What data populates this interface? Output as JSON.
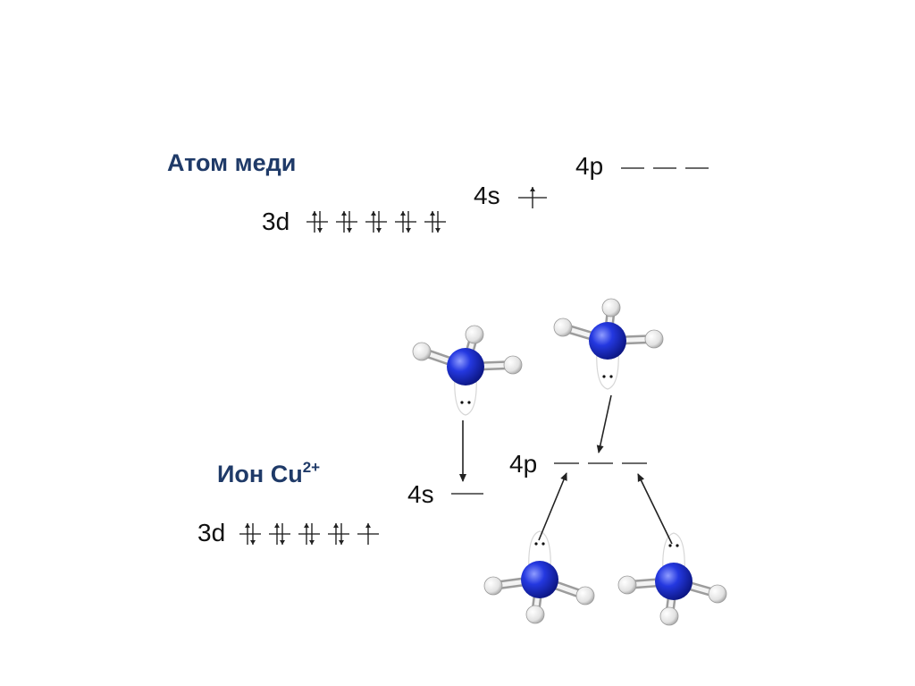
{
  "atom": {
    "title": "Атом меди",
    "d_label": "3d",
    "s_label": "4s",
    "p_label": "4p",
    "d_electrons": [
      "pair",
      "pair",
      "pair",
      "pair",
      "pair"
    ],
    "s_electrons": [
      "up"
    ],
    "p_electrons": [
      "",
      "",
      ""
    ]
  },
  "ion": {
    "title": "Ион Cu",
    "charge": "2+",
    "d_label": "3d",
    "s_label": "4s",
    "p_label": "4p",
    "d_electrons": [
      "pair",
      "pair",
      "pair",
      "pair",
      "up"
    ],
    "s_electrons": [
      ""
    ],
    "p_electrons": [
      "",
      "",
      ""
    ]
  },
  "ligands": [
    {
      "name": "ammonia",
      "formula": "NH3",
      "target": "4s"
    },
    {
      "name": "ammonia",
      "formula": "NH3",
      "target": "4p"
    },
    {
      "name": "ammonia",
      "formula": "NH3",
      "target": "4p"
    },
    {
      "name": "ammonia",
      "formula": "NH3",
      "target": "4p"
    }
  ],
  "colors": {
    "heading": "#1f3a68",
    "nitrogen": "#1a2ed0",
    "hydrogen": "#e6e6e6",
    "arrow": "#222222"
  }
}
